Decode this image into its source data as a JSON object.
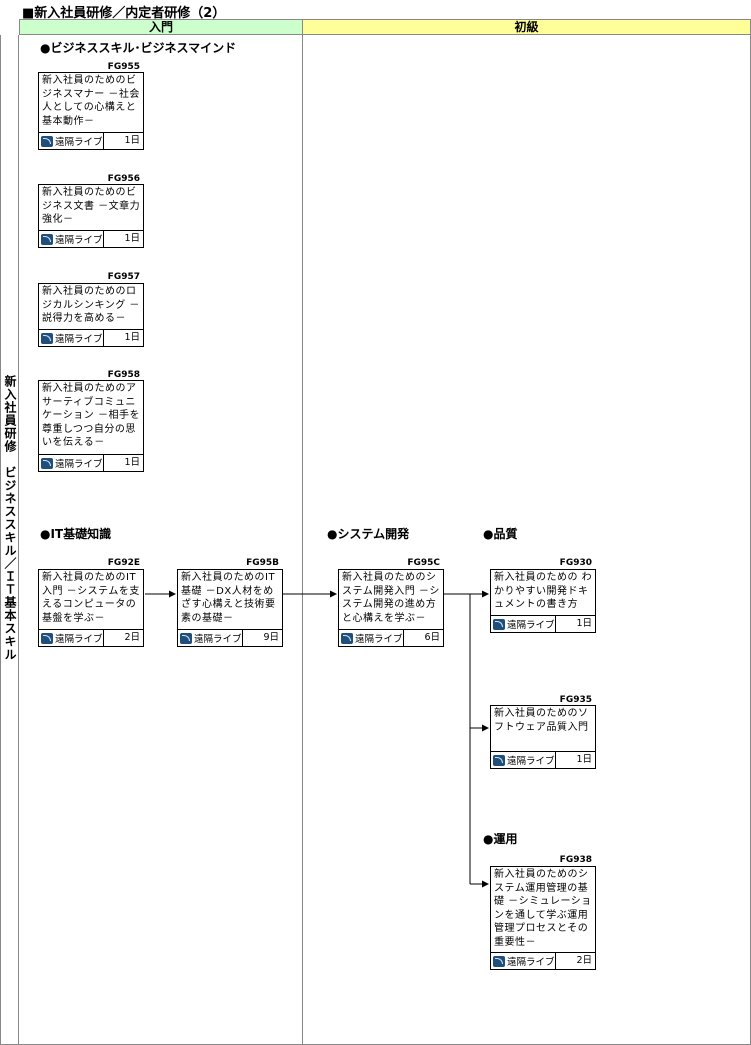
{
  "title": "■新入社員研修／内定者研修（2）",
  "columns": {
    "nyumon": "入門",
    "shokyu": "初級"
  },
  "row_label": "新入社員研修　ビジネススキル／ＩＴ基本スキル",
  "sections": {
    "business": "●ビジネススキル･ビジネスマインド",
    "it": "●IT基礎知識",
    "system": "●システム開発",
    "quality": "●品質",
    "operation": "●運用"
  },
  "delivery_label": "遠隔ライブ",
  "courses": [
    {
      "code": "FG955",
      "title": "新入社員のためのビジネスマナー －社会人としての心構えと基本動作－",
      "days": "1日"
    },
    {
      "code": "FG956",
      "title": "新入社員のためのビジネス文書 －文章力強化－",
      "days": "1日"
    },
    {
      "code": "FG957",
      "title": "新入社員のためのロジカルシンキング －説得力を高める－",
      "days": "1日"
    },
    {
      "code": "FG958",
      "title": "新入社員のためのアサーティブコミュニケーション －相手を尊重しつつ自分の思いを伝える－",
      "days": "1日"
    },
    {
      "code": "FG92E",
      "title": "新入社員のためのIT入門 －システムを支えるコンピュータの基盤を学ぶ－",
      "days": "2日"
    },
    {
      "code": "FG95B",
      "title": "新入社員のためのIT基礎 －DX人材をめざす心構えと技術要素の基礎－",
      "days": "9日"
    },
    {
      "code": "FG95C",
      "title": "新入社員のためのシステム開発入門 －システム開発の進め方と心構えを学ぶ－",
      "days": "6日"
    },
    {
      "code": "FG930",
      "title": "新入社員のための わかりやすい開発ドキュメントの書き方",
      "days": "1日"
    },
    {
      "code": "FG935",
      "title": "新入社員のためのソフトウェア品質入門",
      "days": "1日"
    },
    {
      "code": "FG938",
      "title": "新入社員のためのシステム運用管理の基礎 －シミュレーションを通して学ぶ運用管理プロセスとその重要性－",
      "days": "2日"
    }
  ]
}
